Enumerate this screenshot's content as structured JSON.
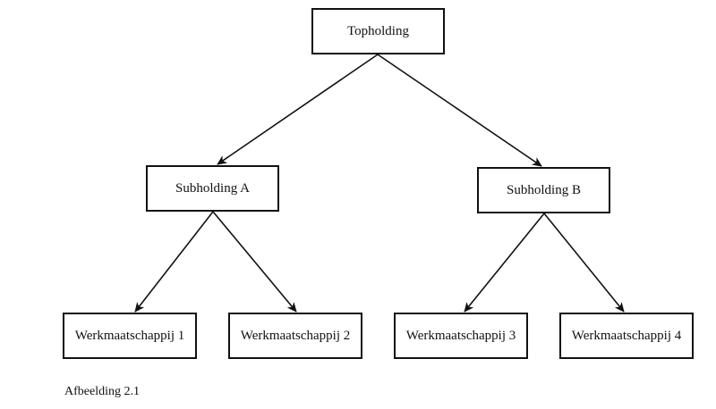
{
  "nodes": {
    "top": "Topholding",
    "sub_a": "Subholding A",
    "sub_b": "Subholding B",
    "w1": "Werkmaatschappij 1",
    "w2": "Werkmaatschappij 2",
    "w3": "Werkmaatschappij 3",
    "w4": "Werkmaatschappij 4"
  },
  "edges": [
    {
      "from": "top",
      "to": "sub_a"
    },
    {
      "from": "top",
      "to": "sub_b"
    },
    {
      "from": "sub_a",
      "to": "w1"
    },
    {
      "from": "sub_a",
      "to": "w2"
    },
    {
      "from": "sub_b",
      "to": "w3"
    },
    {
      "from": "sub_b",
      "to": "w4"
    }
  ],
  "caption": "Afbeelding 2.1"
}
